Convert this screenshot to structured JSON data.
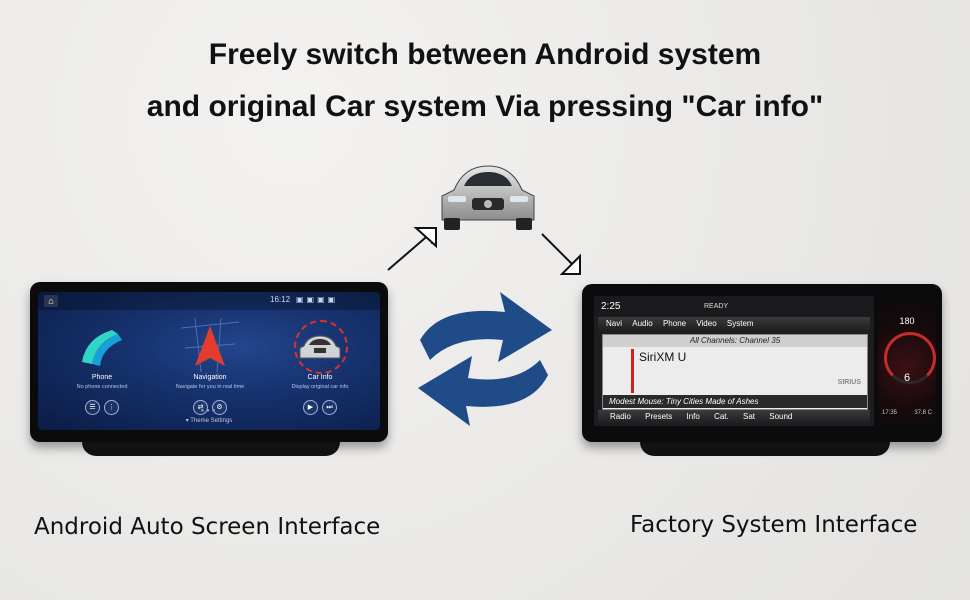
{
  "headline": {
    "line1": "Freely switch between Android system",
    "line2": "and original Car system Via pressing \"Car info\""
  },
  "captions": {
    "left": "Android Auto Screen Interface",
    "right": "Factory System Interface"
  },
  "android_screen": {
    "time": "16:12",
    "apps": [
      {
        "label": "Phone",
        "sub": "No phone connected"
      },
      {
        "label": "Navigation",
        "sub": "Navigate for you in real time"
      },
      {
        "label": "Car Info",
        "sub": "Display original car info"
      }
    ],
    "theme": "Theme Settings"
  },
  "factory_screen": {
    "time": "2:25",
    "status": "READY",
    "menu": [
      "Navi",
      "Audio",
      "Phone",
      "Video",
      "System"
    ],
    "channel": "All Channels: Channel 35",
    "station": "SiriXM U",
    "brand": "SIRIUS",
    "song": "Modest Mouse: Tiny Cities Made of Ashes",
    "bottom": [
      "Radio",
      "Presets",
      "Info",
      "Cat.",
      "Sat",
      "Sound"
    ],
    "cluster": {
      "top": "180",
      "gear": "6",
      "left": "17:35",
      "right": "37.8 C"
    }
  },
  "colors": {
    "swap_arrows": "#1f4b88",
    "highlight": "#e0302a"
  }
}
